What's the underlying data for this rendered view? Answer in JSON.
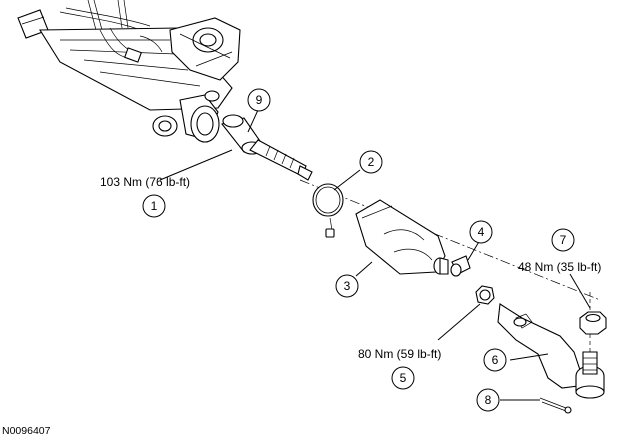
{
  "figure_id": "N0096407",
  "callouts": [
    {
      "id": "callout-1",
      "number": "1"
    },
    {
      "id": "callout-2",
      "number": "2"
    },
    {
      "id": "callout-3",
      "number": "3"
    },
    {
      "id": "callout-4",
      "number": "4"
    },
    {
      "id": "callout-5",
      "number": "5"
    },
    {
      "id": "callout-6",
      "number": "6"
    },
    {
      "id": "callout-7",
      "number": "7"
    },
    {
      "id": "callout-8",
      "number": "8"
    },
    {
      "id": "callout-9",
      "number": "9"
    }
  ],
  "torques": {
    "t1": "103 Nm (76 lb-ft)",
    "t5": "80 Nm (59 lb-ft)",
    "t7": "48 Nm (35 lb-ft)"
  }
}
